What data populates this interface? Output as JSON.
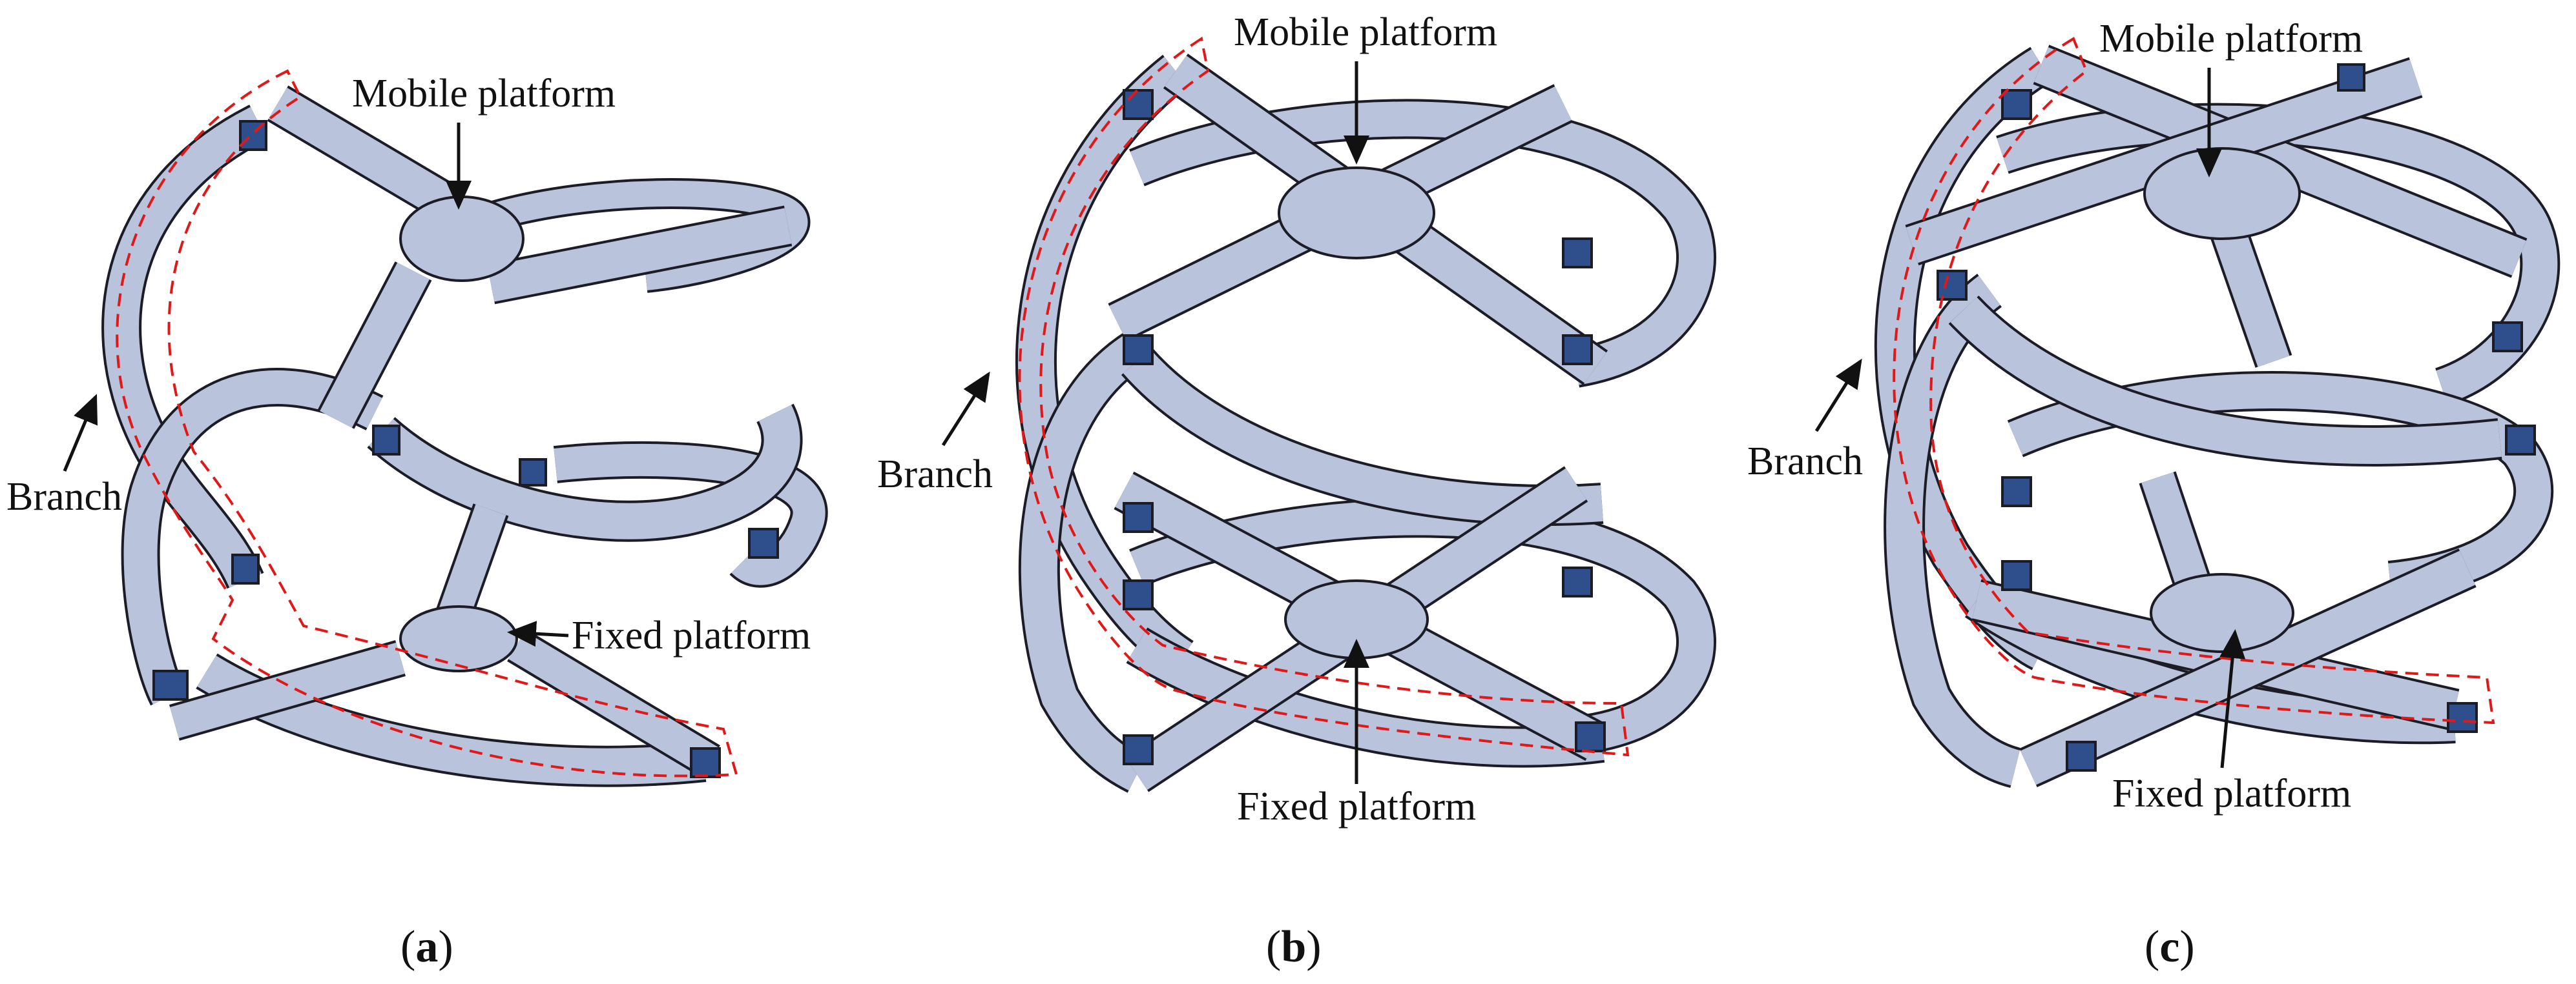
{
  "colors": {
    "link_fill": "#b9c4dc",
    "link_stroke": "#1c1c26",
    "joint_fill": "#2f4f8c",
    "branch_outline": "#e01818",
    "text": "#111111"
  },
  "panels": [
    {
      "id": "a",
      "caption": {
        "open": "(",
        "letter": "a",
        "close": ")"
      },
      "labels": {
        "mobile": "Mobile platform",
        "fixed": "Fixed platform",
        "branch": "Branch"
      }
    },
    {
      "id": "b",
      "caption": {
        "open": "(",
        "letter": "b",
        "close": ")"
      },
      "labels": {
        "mobile": "Mobile platform",
        "fixed": "Fixed platform",
        "branch": "Branch"
      }
    },
    {
      "id": "c",
      "caption": {
        "open": "(",
        "letter": "c",
        "close": ")"
      },
      "labels": {
        "mobile": "Mobile platform",
        "fixed": "Fixed platform",
        "branch": "Branch"
      }
    }
  ]
}
